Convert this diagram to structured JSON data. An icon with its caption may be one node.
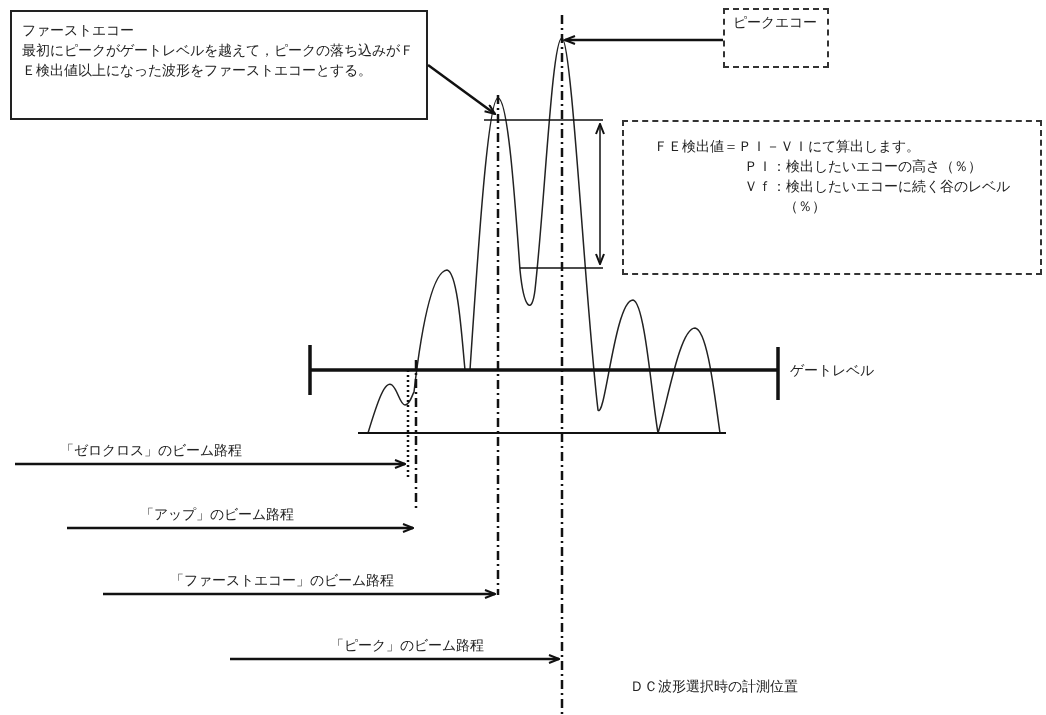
{
  "diagram": {
    "nodes": [
      {
        "text": [
          "ファーストエコー",
          "最初にピークがゲートレベルを越えて，ピークの落ち込みがＦＥ検出値以上になった波形をファーストエコーとする。"
        ]
      },
      {
        "text": [
          "ピークエコー"
        ]
      },
      {
        "text": [
          "ＦＥ検出値＝ＰＩ－ＶＩにて算出します。",
          "ＰＩ：検出したいエコーの高さ（％）",
          "Ｖｆ：検出したいエコーに続く谷のレベル（％）"
        ]
      },
      {
        "text": [],
        "shape": "line"
      },
      {
        "text": [],
        "shape": "line"
      },
      {
        "text": [],
        "shape": "line"
      },
      {
        "text": [],
        "shape": "line"
      }
    ],
    "edges": [
      {
        "from": 0,
        "to": 5,
        "arrow": "to"
      },
      {
        "from": 1,
        "to": 6,
        "arrow": "to"
      },
      {
        "from": null,
        "to": 3,
        "arrow": "to",
        "label": "「ゼロクロス」のビーム路程"
      },
      {
        "from": null,
        "to": 4,
        "arrow": "to",
        "label": "「アップ」のビーム路程"
      },
      {
        "from": null,
        "to": 5,
        "arrow": "to",
        "label": "「ファーストエコー」のビーム路程"
      },
      {
        "from": null,
        "to": 6,
        "arrow": "to",
        "label": "「ピーク」のビーム路程"
      }
    ],
    "labels": [
      "ゲートレベル",
      "ＤＣ波形選択時の計測位置"
    ]
  }
}
